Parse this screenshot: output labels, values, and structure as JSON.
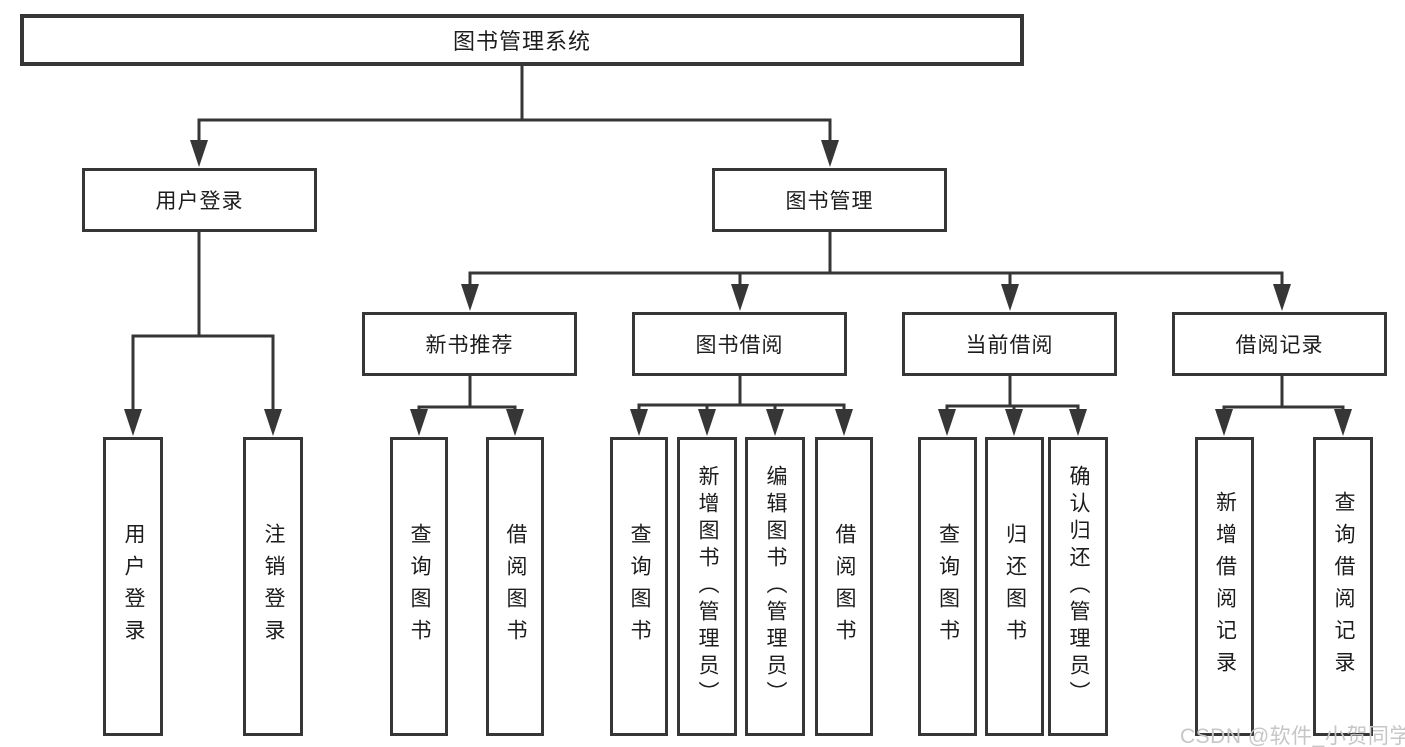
{
  "diagram": {
    "root": {
      "label": "图书管理系统"
    },
    "level2": [
      {
        "label": "用户登录"
      },
      {
        "label": "图书管理"
      }
    ],
    "level3": [
      {
        "label": "新书推荐"
      },
      {
        "label": "图书借阅"
      },
      {
        "label": "当前借阅"
      },
      {
        "label": "借阅记录"
      }
    ],
    "leaves": {
      "user_login": [
        "用户登录",
        "注销登录"
      ],
      "new_books": [
        "查询图书",
        "借阅图书"
      ],
      "book_borrow": [
        "查询图书",
        "新增图书（管理员）",
        "编辑图书（管理员）",
        "借阅图书"
      ],
      "current_borrow": [
        "查询图书",
        "归还图书",
        "确认归还（管理员）"
      ],
      "borrow_records": [
        "新增借阅记录",
        "查询借阅记录"
      ]
    },
    "watermark": "CSDN @软件_小贺同学",
    "colors": {
      "line": "#363636",
      "border": "#363636",
      "text": "#1c1c1c",
      "watermark": "#c6c6c6",
      "background": "#ffffff"
    }
  }
}
